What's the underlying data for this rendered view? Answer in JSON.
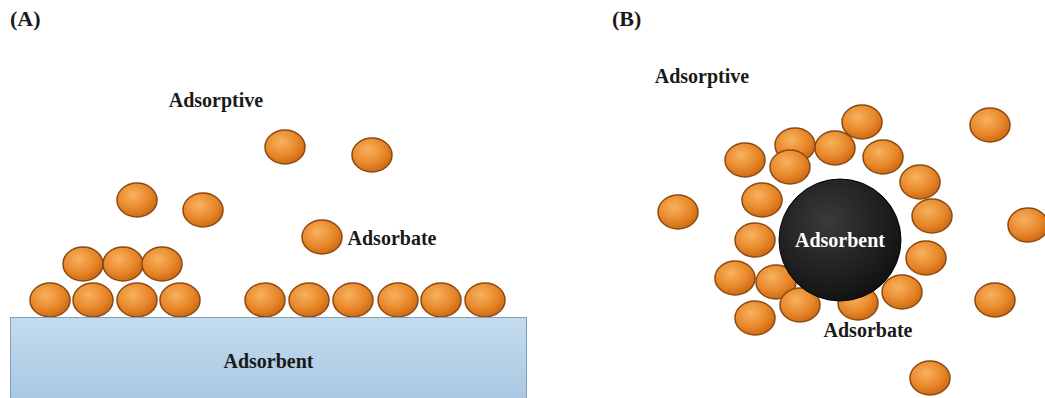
{
  "diagram": {
    "nodes": [
      {
        "text": [
          "Adsorbent"
        ]
      },
      {
        "text": [
          "Adsorbent"
        ]
      }
    ],
    "labels": [
      "(A)",
      "Adsorptive",
      "Adsorbate",
      "(B)",
      "Adsorptive",
      "Adsorbate"
    ]
  }
}
